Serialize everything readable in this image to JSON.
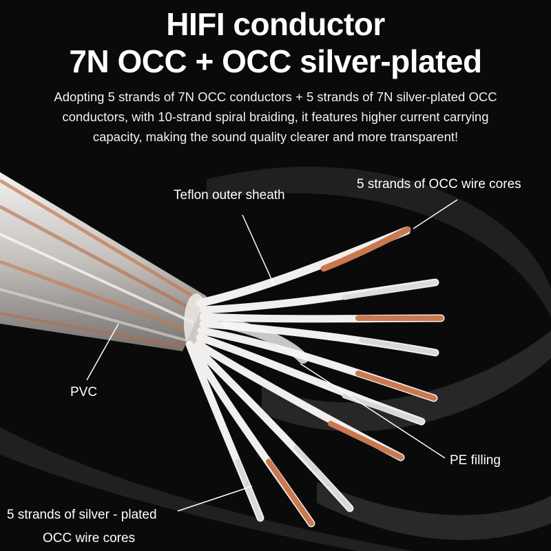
{
  "heading": {
    "line1": "HIFI conductor",
    "line2": "7N OCC + OCC silver-plated"
  },
  "description": {
    "line1": "Adopting 5 strands of 7N OCC conductors + 5 strands of 7N silver-plated OCC",
    "line2": "conductors, with 10-strand spiral braiding, it features higher current carrying",
    "line3": "capacity, making the sound quality clearer and more transparent!"
  },
  "labels": {
    "teflon": "Teflon outer sheath",
    "occ_cores": "5 strands of OCC wire cores",
    "pvc": "PVC",
    "pe_filling": "PE filling",
    "silver_cores_line1": "5 strands of silver - plated",
    "silver_cores_line2": "OCC wire cores"
  },
  "colors": {
    "background": "#0a0a0a",
    "copper": "#c9784f",
    "silver": "#e6e6e6",
    "sheath": "#f4f2f0",
    "text": "#ffffff"
  }
}
